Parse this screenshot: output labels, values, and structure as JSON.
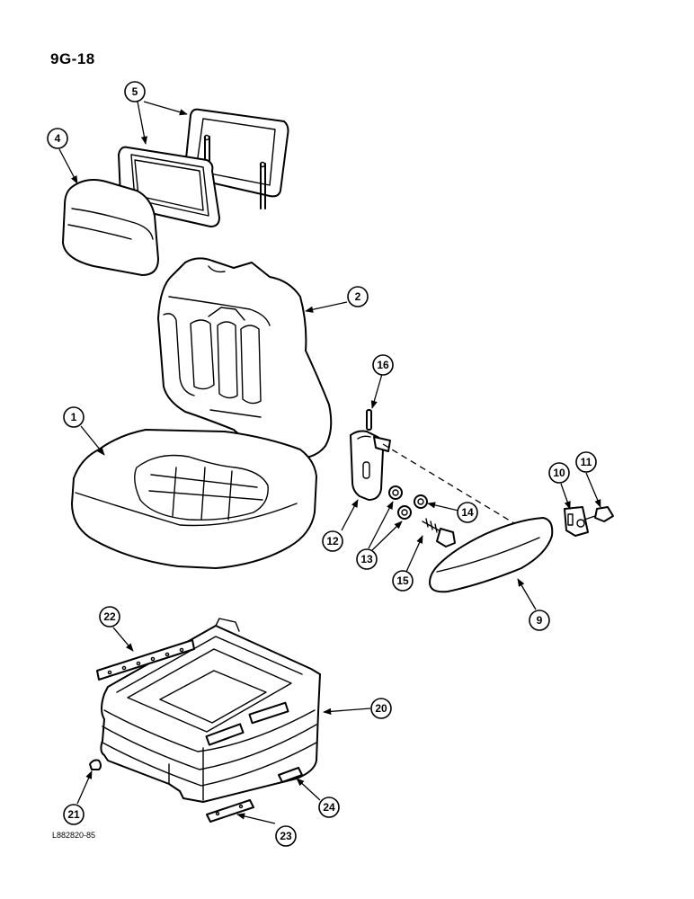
{
  "page_ref": "9G-18",
  "figure_code": "L882820-85",
  "callouts": [
    "1",
    "2",
    "4",
    "5",
    "9",
    "10",
    "11",
    "12",
    "13",
    "14",
    "15",
    "16",
    "20",
    "21",
    "22",
    "23",
    "24"
  ],
  "parts": {
    "seat_cushion": "1",
    "seat_back": "2",
    "headrest": "4",
    "headrest_frame": "5",
    "armrest": "9",
    "plate": "10",
    "screw": "11",
    "armrest_bracket": "12",
    "nut": "13",
    "washer": "14",
    "bolt": "15",
    "pin": "16",
    "suspension": "20",
    "rivet": "21",
    "rail_left": "22",
    "rail_front": "23",
    "strip": "24"
  }
}
